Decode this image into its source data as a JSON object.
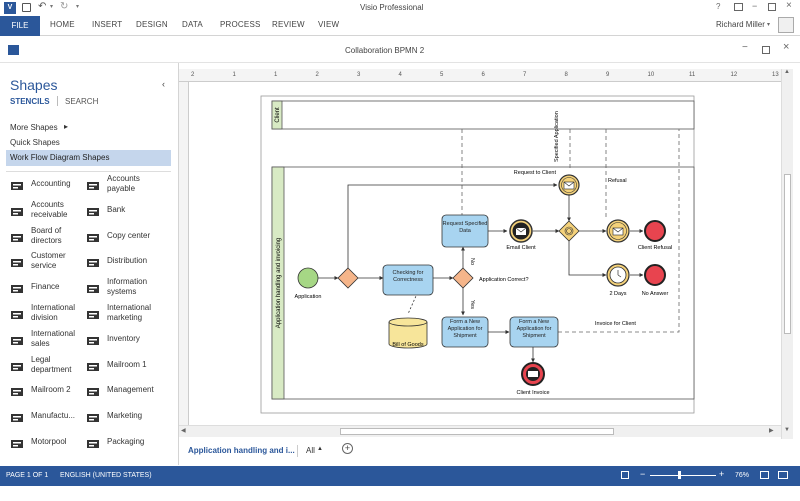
{
  "app_title": "Visio Professional",
  "user_name": "Richard Miller",
  "ribbon_tabs": [
    "FILE",
    "HOME",
    "INSERT",
    "DESIGN",
    "DATA",
    "PROCESS",
    "REVIEW",
    "VIEW"
  ],
  "document_title": "Collaboration BPMN 2",
  "shapes_panel": {
    "title": "Shapes",
    "stencils_tab": "STENCILS",
    "search_tab": "SEARCH",
    "more_shapes": "More Shapes",
    "quick_shapes": "Quick Shapes",
    "selected_stencil": "Work Flow Diagram Shapes",
    "items": [
      {
        "label": "Accounting",
        "icon": "accounting-icon"
      },
      {
        "label": "Accounts payable",
        "icon": "accounts-payable-icon"
      },
      {
        "label": "Accounts receivable",
        "icon": "accounts-receivable-icon"
      },
      {
        "label": "Bank",
        "icon": "bank-icon"
      },
      {
        "label": "Board of directors",
        "icon": "board-of-directors-icon"
      },
      {
        "label": "Copy center",
        "icon": "copy-center-icon"
      },
      {
        "label": "Customer service",
        "icon": "customer-service-icon"
      },
      {
        "label": "Distribution",
        "icon": "distribution-icon"
      },
      {
        "label": "Finance",
        "icon": "finance-icon"
      },
      {
        "label": "Information systems",
        "icon": "information-systems-icon"
      },
      {
        "label": "International division",
        "icon": "international-division-icon"
      },
      {
        "label": "International marketing",
        "icon": "international-marketing-icon"
      },
      {
        "label": "International sales",
        "icon": "international-sales-icon"
      },
      {
        "label": "Inventory",
        "icon": "inventory-icon"
      },
      {
        "label": "Legal department",
        "icon": "legal-department-icon"
      },
      {
        "label": "Mailroom 1",
        "icon": "mailroom-1-icon"
      },
      {
        "label": "Mailroom 2",
        "icon": "mailroom-2-icon"
      },
      {
        "label": "Management",
        "icon": "management-icon"
      },
      {
        "label": "Manufactu...",
        "icon": "manufacturing-icon"
      },
      {
        "label": "Marketing",
        "icon": "marketing-icon"
      },
      {
        "label": "Motorpool",
        "icon": "motorpool-icon"
      },
      {
        "label": "Packaging",
        "icon": "packaging-icon"
      }
    ]
  },
  "diagram": {
    "pool_client": "Client",
    "pool_app": "Application handling and invoicing",
    "start_event": "Application",
    "task_checking": "Checking for Correctness",
    "datastore": "Bill of Goods",
    "gateway_correct": "Application Correct?",
    "label_no": "No",
    "label_yes": "Yes",
    "task_request": "Request Specified Data",
    "event_email_client": "Email Client",
    "task_new_app_1": "Form a New Application for Shipment",
    "task_new_app_2": "Form a New Application for Shipment",
    "event_client_invoice": "Client Invoice",
    "msg_request_to_client": "Request to Client",
    "msg_specified_application": "Specified Application",
    "msg_refusal": "Refusal",
    "event_client_refusal": "Client Refusal",
    "timer_2days": "2 Days",
    "event_no_answer": "No Answer",
    "msg_invoice_for_client": "Invoice for Client"
  },
  "ruler_top": [
    "2",
    "1",
    "1",
    "2",
    "3",
    "4",
    "5",
    "6",
    "7",
    "8",
    "9",
    "10",
    "11",
    "12",
    "13"
  ],
  "page_tab": "Application handling and i...",
  "all_tab": "All",
  "status": {
    "page": "PAGE 1 OF 1",
    "language": "ENGLISH (UNITED STATES)",
    "zoom": "76%"
  },
  "colors": {
    "brand": "#2b579a",
    "task": "#a8d4f0",
    "gateway": "#f5b58a",
    "start": "#a6d785",
    "end": "#e8444f",
    "event": "#f5d27a",
    "pool_band": "#d8eac4"
  }
}
